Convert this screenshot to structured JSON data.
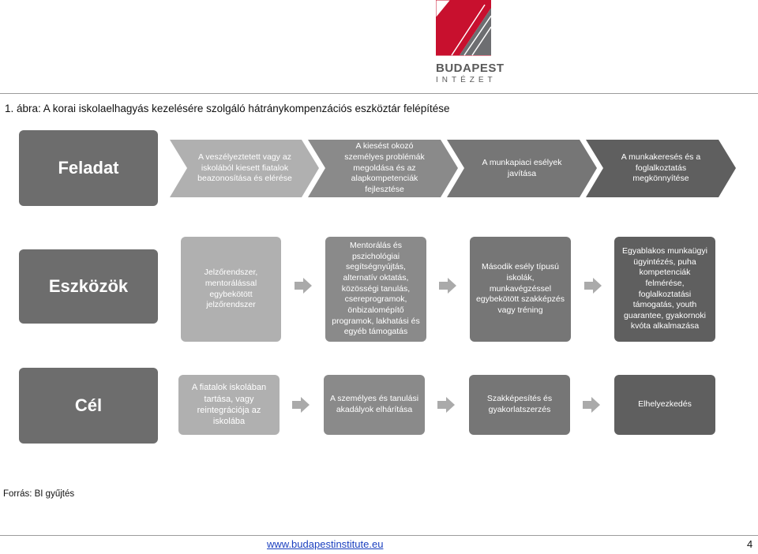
{
  "logo": {
    "name": "BUDAPEST",
    "sub": "INTÉZET",
    "colors": {
      "red": "#c8102e",
      "gray": "#6d6e71"
    }
  },
  "figure_title": "1. ábra: A korai iskolaelhagyás kezelésére szolgáló hátránykompenzációs eszköztár felépítése",
  "rows": {
    "feladat": {
      "label": "Feladat",
      "items": [
        "A veszélyeztetett vagy az iskolából kiesett fiatalok beazonosítása és elérése",
        "A kiesést okozó személyes problémák megoldása és az alapkompetenciák fejlesztése",
        "A munkapiaci esélyek javítása",
        "A munkakeresés és a foglalkoztatás megkönnyítése"
      ]
    },
    "eszkozok": {
      "label": "Eszközök",
      "items": [
        "Jelzőrendszer, mentorálással egybekötött jelzőrendszer",
        "Mentorálás és pszichológiai segítségnyújtás, alternatív oktatás, közösségi tanulás, csereprogramok, önbizalomépítő programok, lakhatási és egyéb támogatás",
        "Második esély típusú iskolák, munkavégzéssel egybekötött szakképzés vagy tréning",
        "Egyablakos munkaügyi ügyintézés, puha kompetenciák felmérése, foglalkoztatási támogatás, youth guarantee, gyakornoki kvóta alkalmazása"
      ]
    },
    "cel": {
      "label": "Cél",
      "items": [
        "A fiatalok iskolában tartása, vagy reintegrációja az iskolába",
        "A személyes és tanulási akadályok elhárítása",
        "Szakképesítés és gyakorlatszerzés",
        "Elhelyezkedés"
      ]
    }
  },
  "colors": {
    "label_bg": "#6d6d6d",
    "col1": "#b0b0b0",
    "col2": "#8a8a8a",
    "col3": "#767676",
    "col4": "#5f5f5f",
    "arrow": "#aaaaaa"
  },
  "source": "Forrás: BI gyűjtés",
  "footer": {
    "url": "www.budapestinstitute.eu",
    "page": "4"
  }
}
